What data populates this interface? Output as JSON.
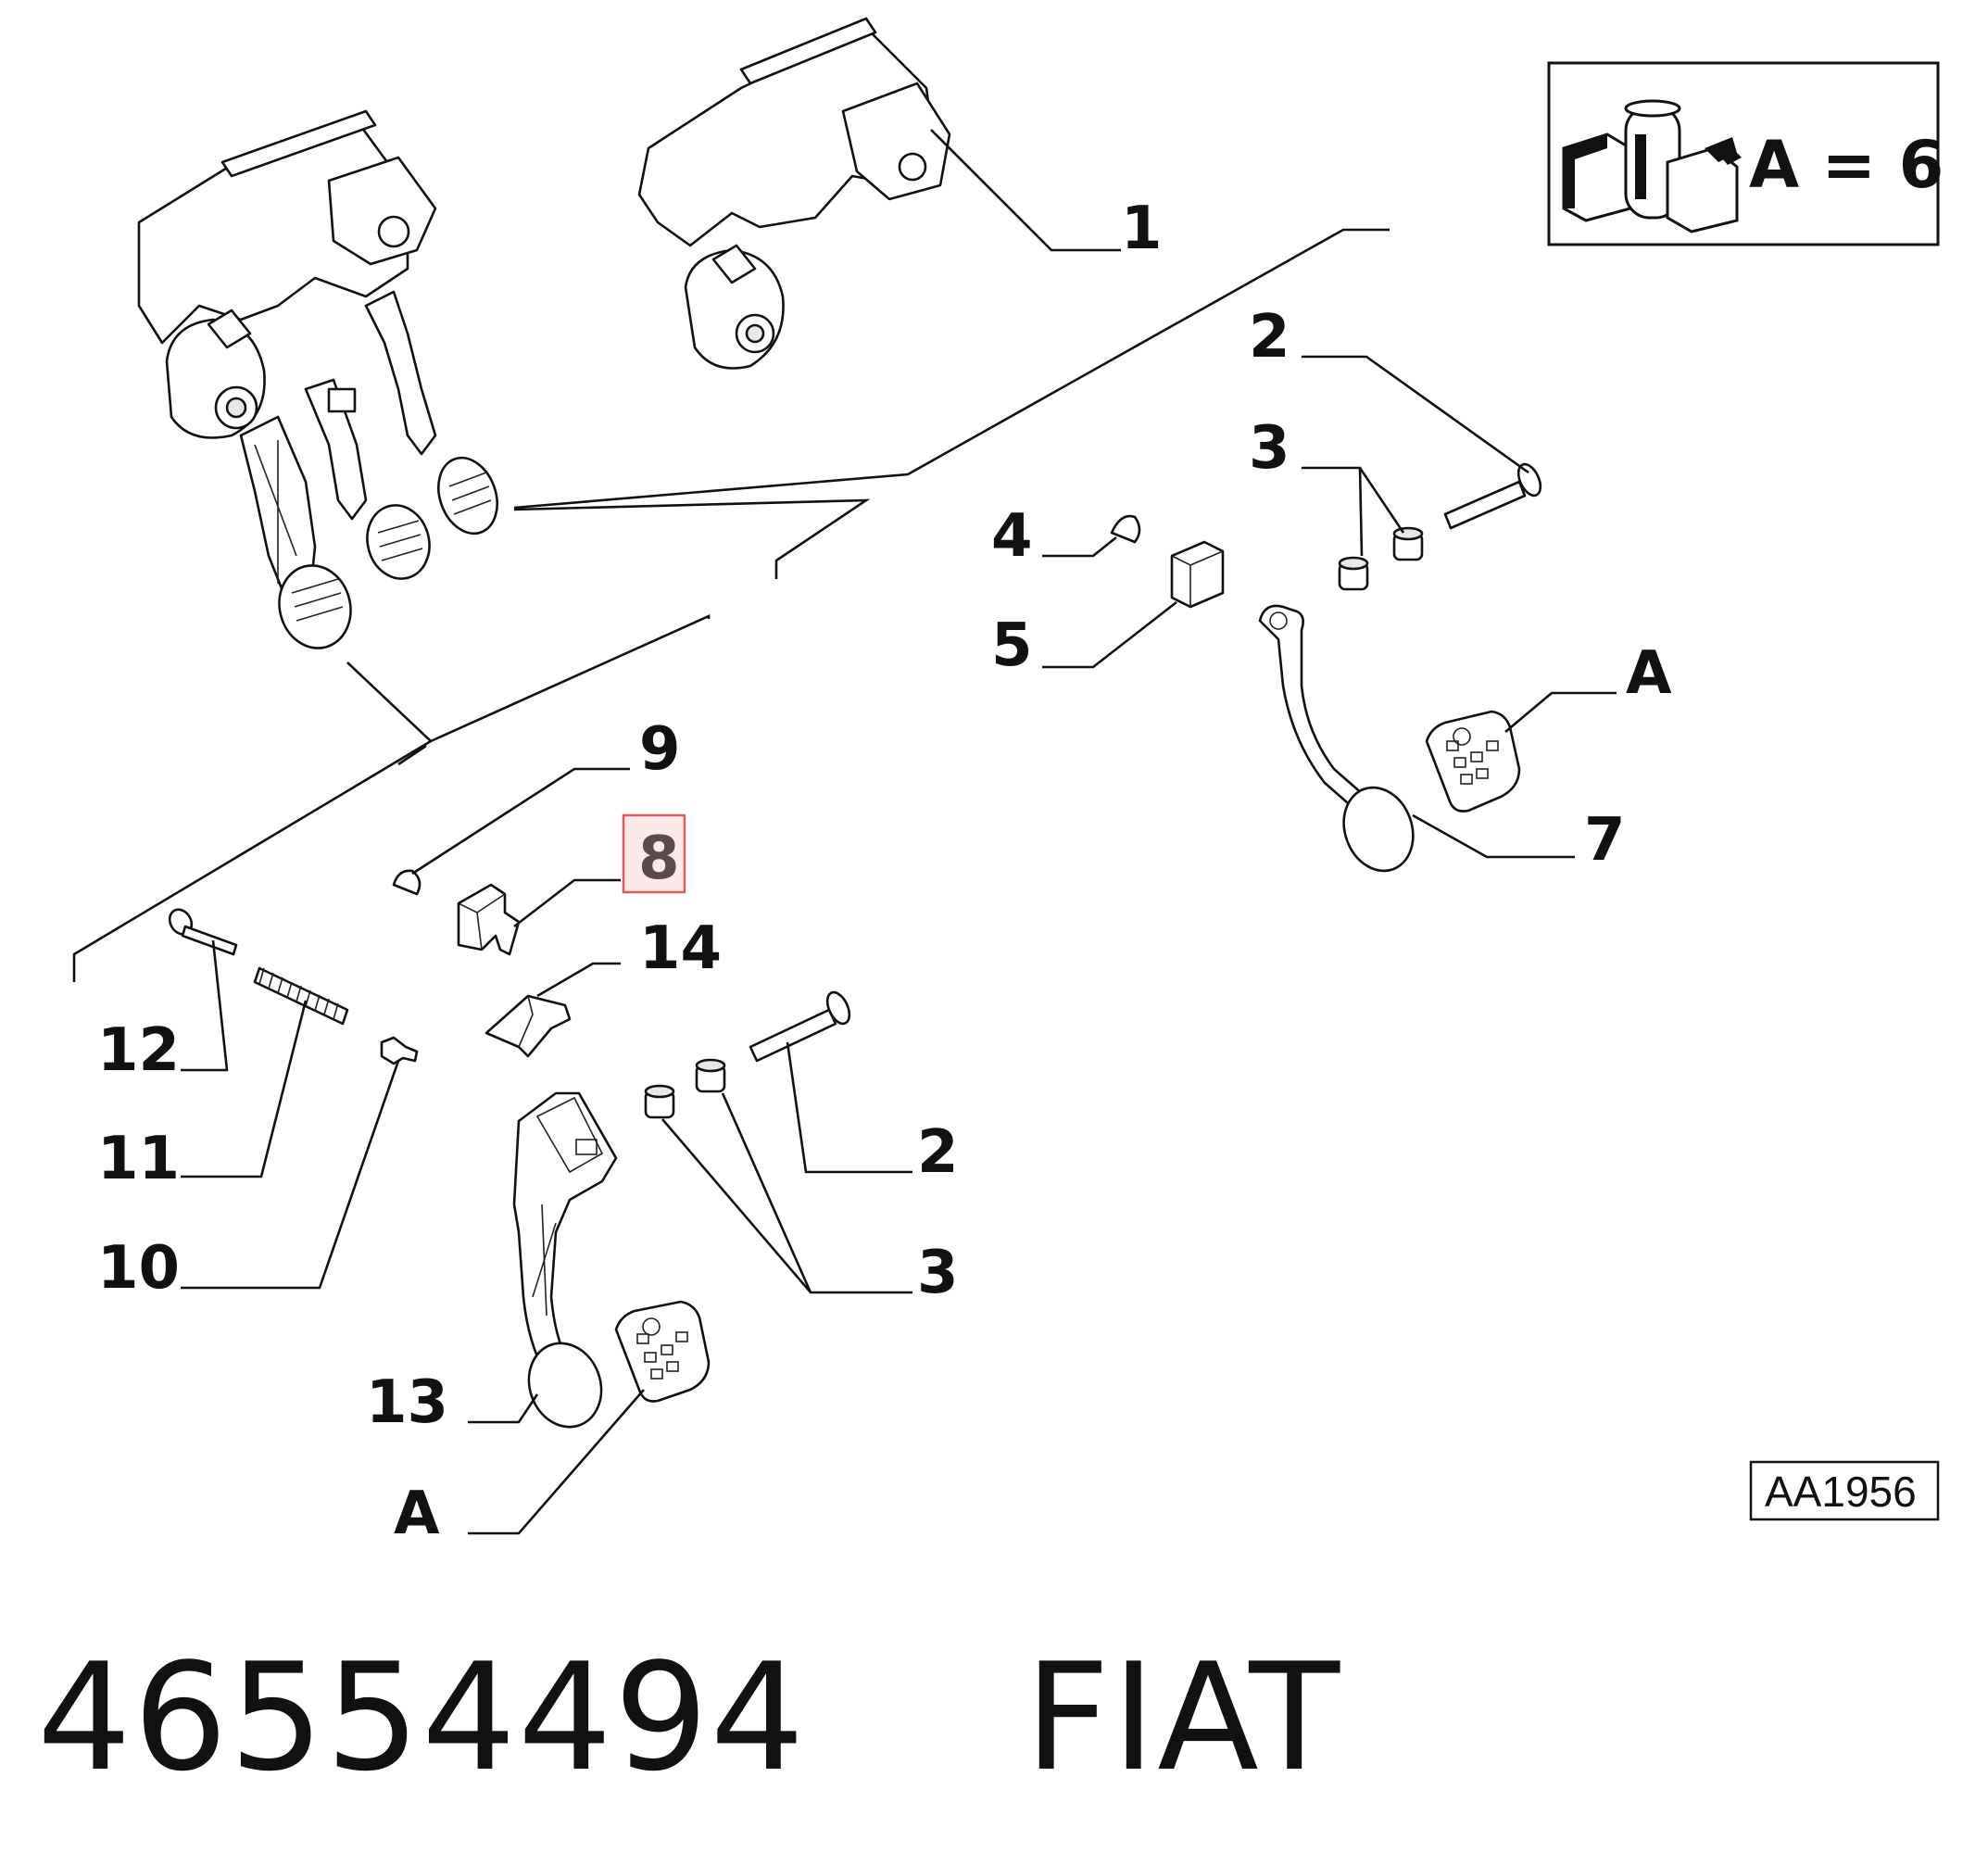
{
  "part_number": "46554494",
  "brand": "FIAT",
  "reference_code": "AA1956",
  "pack_quantity": "A = 6",
  "pack_icon": "fiat-parts-pack-icon",
  "callouts": {
    "c1": "1",
    "c2_top": "2",
    "c3_top": "3",
    "c4": "4",
    "c5": "5",
    "cA_top": "A",
    "c7": "7",
    "c9": "9",
    "c8": "8",
    "c14": "14",
    "c12": "12",
    "c11": "11",
    "c10": "10",
    "c2_bottom": "2",
    "c3_bottom": "3",
    "c13": "13",
    "cA_bottom": "A"
  },
  "highlight_color": "#e05a5a"
}
